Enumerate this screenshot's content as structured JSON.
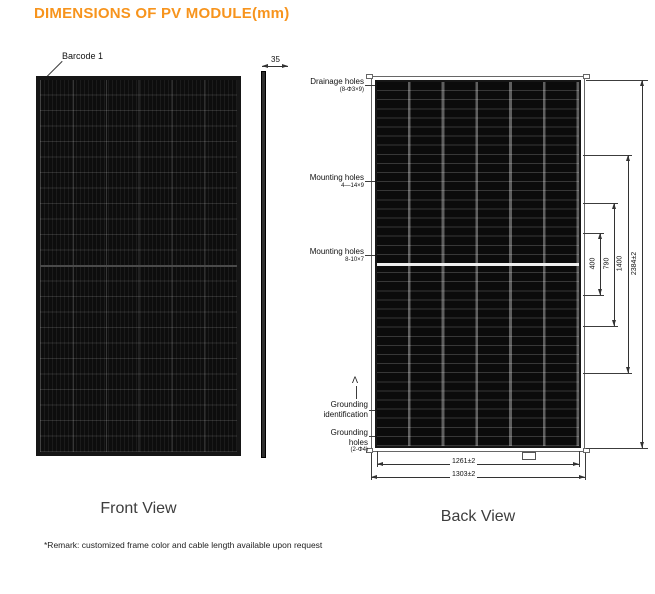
{
  "title": "DIMENSIONS OF PV MODULE(mm)",
  "accent_color": "#f7941d",
  "front_view": {
    "caption": "Front View",
    "barcode_label": "Barcode 1"
  },
  "side_view": {
    "thickness_dim": "35"
  },
  "back_view": {
    "caption": "Back View",
    "grounding_symbol": "Λ",
    "annotations": [
      {
        "label": "Drainage holes",
        "sub": "(8-Φ3×9)"
      },
      {
        "label": "Mounting holes",
        "sub": "4—14×9"
      },
      {
        "label": "Mounting holes",
        "sub": "8-10×7"
      },
      {
        "label": "Grounding identification",
        "sub": ""
      },
      {
        "label": "Grounding holes",
        "sub": "(2-Φ4)"
      }
    ],
    "dims_right": [
      "400",
      "790",
      "1400",
      "2384±2"
    ],
    "dims_bottom": [
      "1261±2",
      "1303±2"
    ]
  },
  "remark": "*Remark: customized frame color and cable length available upon request"
}
